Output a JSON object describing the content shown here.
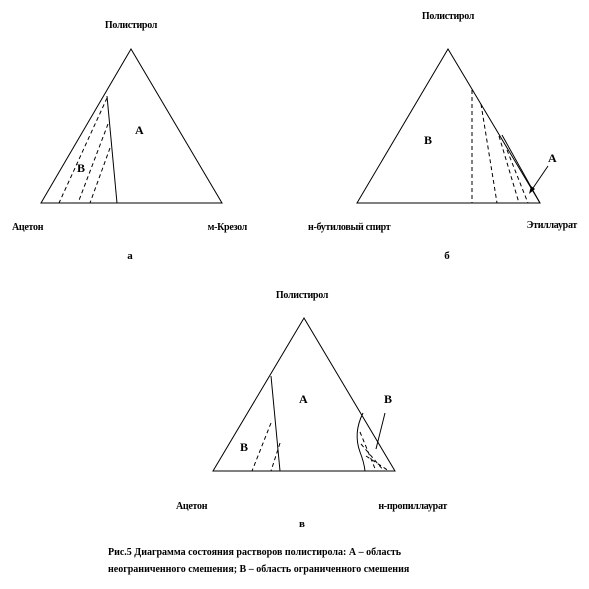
{
  "diagram_a": {
    "apex": "Полистирол",
    "left_corner": "Ацетон",
    "right_corner": "м-Крезол",
    "region_a": "А",
    "region_b": "В",
    "sublabel": "а"
  },
  "diagram_b": {
    "apex": "Полистирол",
    "left_corner": "н-бутиловый спирт",
    "right_corner": "Этиллаурат",
    "region_a": "А",
    "region_b": "В",
    "sublabel": "б"
  },
  "diagram_c": {
    "apex": "Полистирол",
    "left_corner": "Ацетон",
    "right_corner": "н-пропиллаурат",
    "region_a": "А",
    "region_b_left": "В",
    "region_b_right": "В",
    "sublabel": "в"
  },
  "caption": {
    "line1": "Рис.5 Диаграмма состояния растворов полистирола:  А – область",
    "line2": "неограниченного смешения; В – область ограниченного смешения"
  },
  "colors": {
    "line": "#000000",
    "background": "#ffffff"
  }
}
